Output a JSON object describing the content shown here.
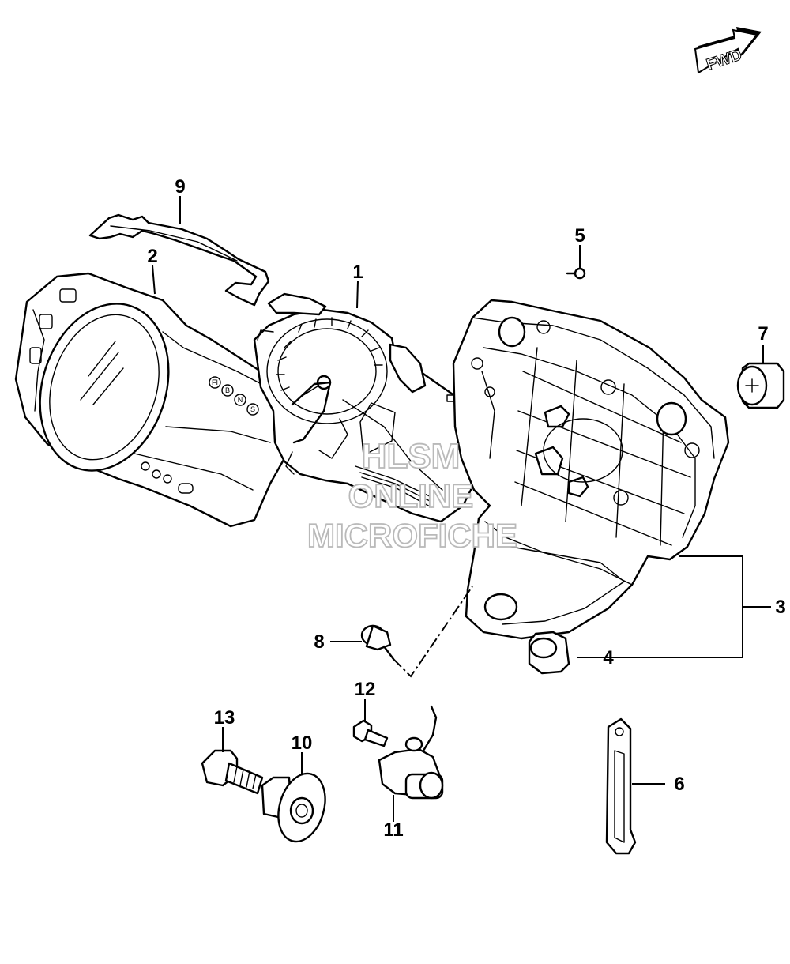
{
  "fwd": {
    "label": "FWD"
  },
  "callouts": {
    "c1": "1",
    "c2": "2",
    "c3": "3",
    "c4": "4",
    "c5": "5",
    "c6": "6",
    "c7": "7",
    "c8": "8",
    "c9": "9",
    "c10": "10",
    "c11": "11",
    "c12": "12",
    "c13": "13"
  },
  "watermark": {
    "line1": "HLSM",
    "line2": "ONLINE",
    "line3": "MICROFICHE"
  },
  "panel_icons": {
    "fi": "FI",
    "b": "B",
    "n": "N",
    "s": "S"
  },
  "colors": {
    "line": "#000000",
    "background": "#ffffff",
    "watermark": "#b9b9b9"
  }
}
